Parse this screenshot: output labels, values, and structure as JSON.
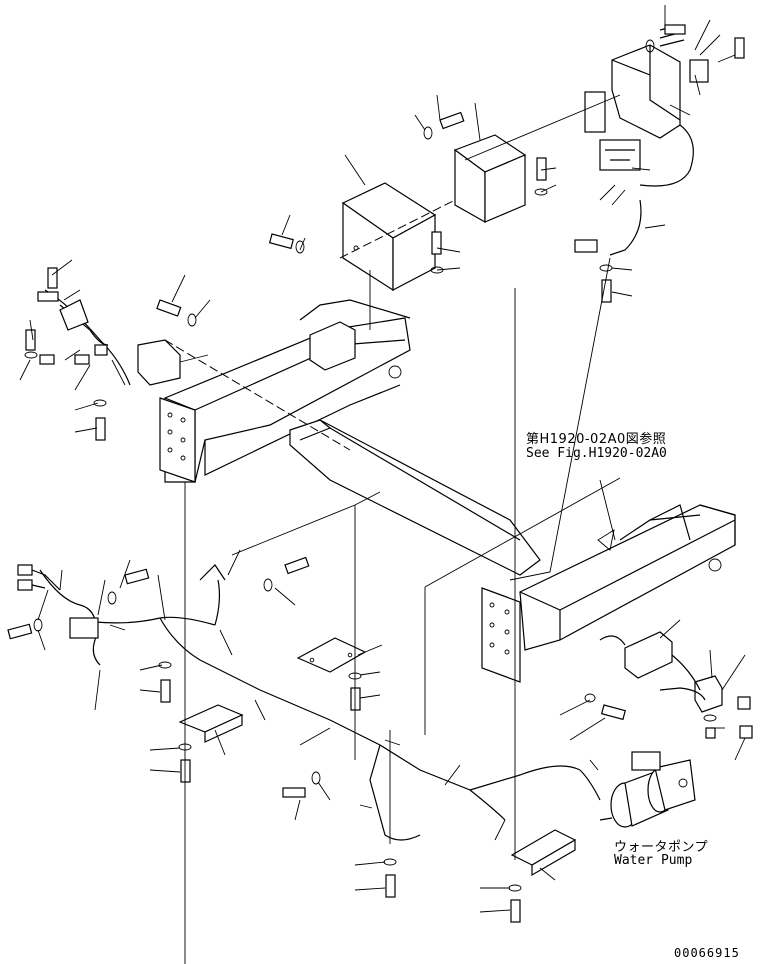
{
  "references": {
    "see_fig_jp": "第H1920-02A0図参照",
    "see_fig_en": "See Fig.H1920-02A0"
  },
  "water_pump": {
    "label_jp": "ウォータポンプ",
    "label_en": "Water Pump"
  },
  "drawing_number": "00066915"
}
